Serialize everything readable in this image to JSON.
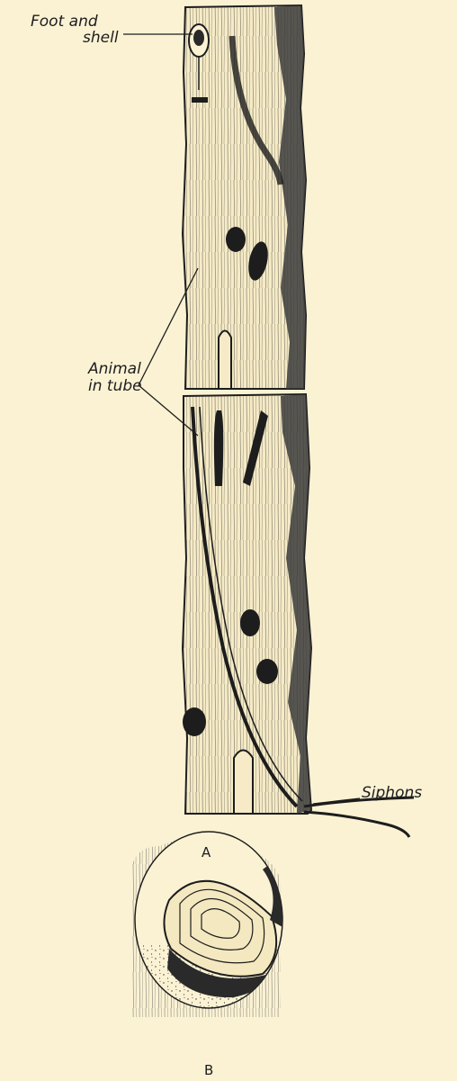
{
  "labels": {
    "foot_and_shell_line1": "Foot and",
    "foot_and_shell_line2": "shell",
    "animal_in_tube_line1": "Animal",
    "animal_in_tube_line2": "in tube",
    "siphons": "Siphons"
  },
  "captions": {
    "figure_a": "A",
    "figure_b": "B"
  },
  "colors": {
    "background": "#fbf2d4",
    "ink": "#1d1d1d"
  }
}
